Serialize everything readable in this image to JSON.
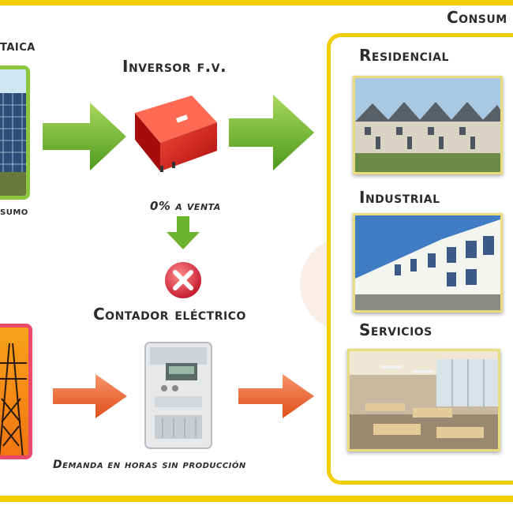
{
  "labels": {
    "fotovoltaica_partial": "taica",
    "autoconsumo_partial": "sumo",
    "inversor": "Inversor f.v.",
    "venta": "0% a venta",
    "contador": "Contador eléctrico",
    "demanda": "Demanda en horas sin producción",
    "consumo_partial": "Consum",
    "residencial": "Residencial",
    "industrial": "Industrial",
    "servicios": "Servicios"
  },
  "colors": {
    "accent_yellow": "#f2cd00",
    "green_arrow": "#6ab42e",
    "orange_arrow": "#ee6a2a",
    "inverter_red": "#d91c1c",
    "stop_red": "#d7283a"
  },
  "icons": {
    "forbidden": "red-x-circle-icon"
  }
}
